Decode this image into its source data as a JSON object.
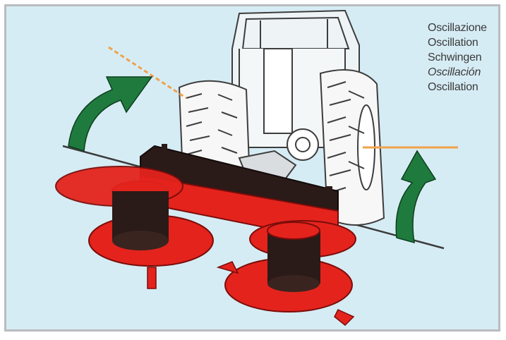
{
  "labels": {
    "italian": "Oscillazione",
    "english": "Oscillation",
    "german": "Schwingen",
    "spanish": "Oscillación",
    "french": "Oscillation"
  },
  "colors": {
    "background": "#d6ecf4",
    "border": "#b9bcbf",
    "arrow": "#1f7a3e",
    "axis_line": "#f0a24a",
    "mower_red": "#e4231d",
    "mower_black": "#2a1a18"
  },
  "icons": {
    "left_arrow": "curved-up-arrow-icon",
    "right_arrow": "curved-up-arrow-icon"
  }
}
